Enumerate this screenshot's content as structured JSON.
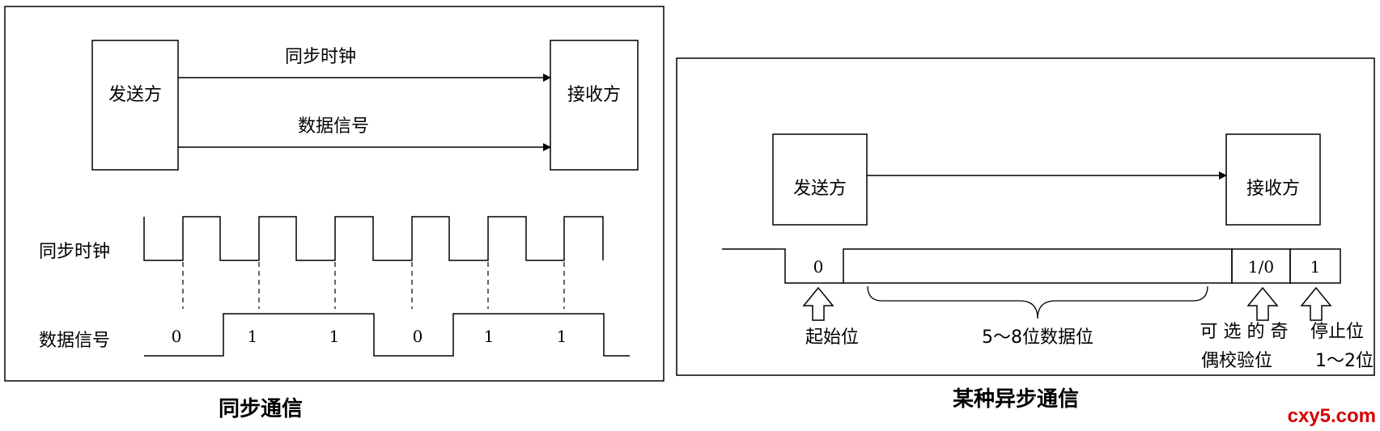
{
  "sync": {
    "sender": "发送方",
    "receiver": "接收方",
    "clock_arrow_label": "同步时钟",
    "data_arrow_label": "数据信号",
    "clock_row_label": "同步时钟",
    "data_row_label": "数据信号",
    "bits": [
      "0",
      "1",
      "1",
      "0",
      "1",
      "1"
    ],
    "caption": "同步通信"
  },
  "async": {
    "sender": "发送方",
    "receiver": "接收方",
    "start_bit": "0",
    "parity_bit": "1/0",
    "stop_bit": "1",
    "start_label": "起始位",
    "data_label": "5～8位数据位",
    "parity_label_1": "可 选 的 奇",
    "parity_label_2": "偶校验位",
    "stop_label_1": "停止位",
    "stop_label_2": "1～2位",
    "caption": "某种异步通信"
  },
  "watermark": "cxy5.com"
}
